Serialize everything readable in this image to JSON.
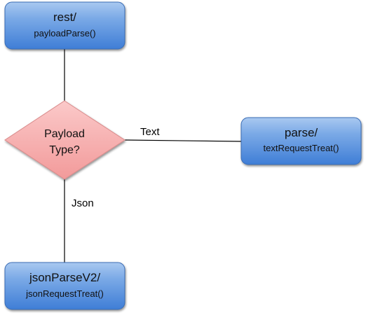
{
  "nodes": {
    "rest": {
      "title": "rest/",
      "subtitle": "payloadParse()"
    },
    "decision": {
      "line1": "Payload",
      "line2": "Type?"
    },
    "parse": {
      "title": "parse/",
      "subtitle": "textRequestTreat()"
    },
    "json": {
      "title": "jsonParseV2/",
      "subtitle": "jsonRequestTreat()"
    }
  },
  "edges": {
    "text_label": "Text",
    "json_label": "Json"
  },
  "colors": {
    "box_top": "#8fb8ec",
    "box_bottom": "#2f6fd0",
    "box_border": "#3a6db5",
    "diamond_fill": "#f4a6a6",
    "diamond_border": "#d98a8a",
    "connector": "#000000"
  }
}
